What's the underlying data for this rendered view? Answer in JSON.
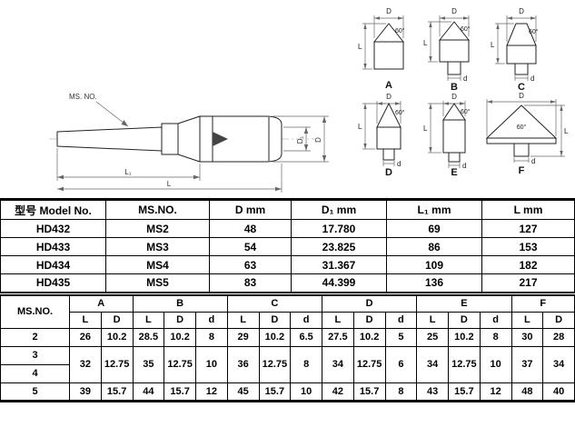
{
  "drawings": {
    "main": {
      "ms_no_label": "MS. NO.",
      "d1_label": "D₁",
      "d_label": "D",
      "l1_label": "L₁",
      "l_label": "L"
    },
    "tips": [
      {
        "letter": "A",
        "top": "D",
        "side": "L",
        "angle": "60°",
        "bottom": ""
      },
      {
        "letter": "B",
        "top": "D",
        "side": "L",
        "angle": "60°",
        "bottom": "d"
      },
      {
        "letter": "C",
        "top": "D",
        "side": "L",
        "angle": "60°",
        "bottom": "d"
      },
      {
        "letter": "D",
        "top": "D",
        "side": "L",
        "angle": "60°",
        "bottom": "d"
      },
      {
        "letter": "E",
        "top": "D",
        "side": "L",
        "angle": "60°",
        "bottom": "d"
      },
      {
        "letter": "F",
        "top": "D",
        "side": "L",
        "angle": "60°",
        "bottom": "d"
      }
    ]
  },
  "model_table": {
    "headers": [
      "型号 Model No.",
      "MS.NO.",
      "D mm",
      "D₁ mm",
      "L₁ mm",
      "L mm"
    ],
    "rows": [
      [
        "HD432",
        "MS2",
        "48",
        "17.780",
        "69",
        "127"
      ],
      [
        "HD433",
        "MS3",
        "54",
        "23.825",
        "86",
        "153"
      ],
      [
        "HD434",
        "MS4",
        "63",
        "31.367",
        "109",
        "182"
      ],
      [
        "HD435",
        "MS5",
        "83",
        "44.399",
        "136",
        "217"
      ]
    ]
  },
  "dim_table": {
    "corner": "MS.NO.",
    "groups": [
      "A",
      "B",
      "C",
      "D",
      "E",
      "F"
    ],
    "subheads": [
      "L",
      "D",
      "L",
      "D",
      "d",
      "L",
      "D",
      "d",
      "L",
      "D",
      "d",
      "L",
      "D",
      "d",
      "L",
      "D"
    ],
    "ms_rows": [
      "2",
      "3",
      "4",
      "5"
    ],
    "r2": [
      "26",
      "10.2",
      "28.5",
      "10.2",
      "8",
      "29",
      "10.2",
      "6.5",
      "27.5",
      "10.2",
      "5",
      "25",
      "10.2",
      "8",
      "30",
      "28"
    ],
    "r34": [
      "32",
      "12.75",
      "35",
      "12.75",
      "10",
      "36",
      "12.75",
      "8",
      "34",
      "12.75",
      "6",
      "34",
      "12.75",
      "10",
      "37",
      "34"
    ],
    "r5": [
      "39",
      "15.7",
      "44",
      "15.7",
      "12",
      "45",
      "15.7",
      "10",
      "42",
      "15.7",
      "8",
      "43",
      "15.7",
      "12",
      "48",
      "40"
    ]
  }
}
